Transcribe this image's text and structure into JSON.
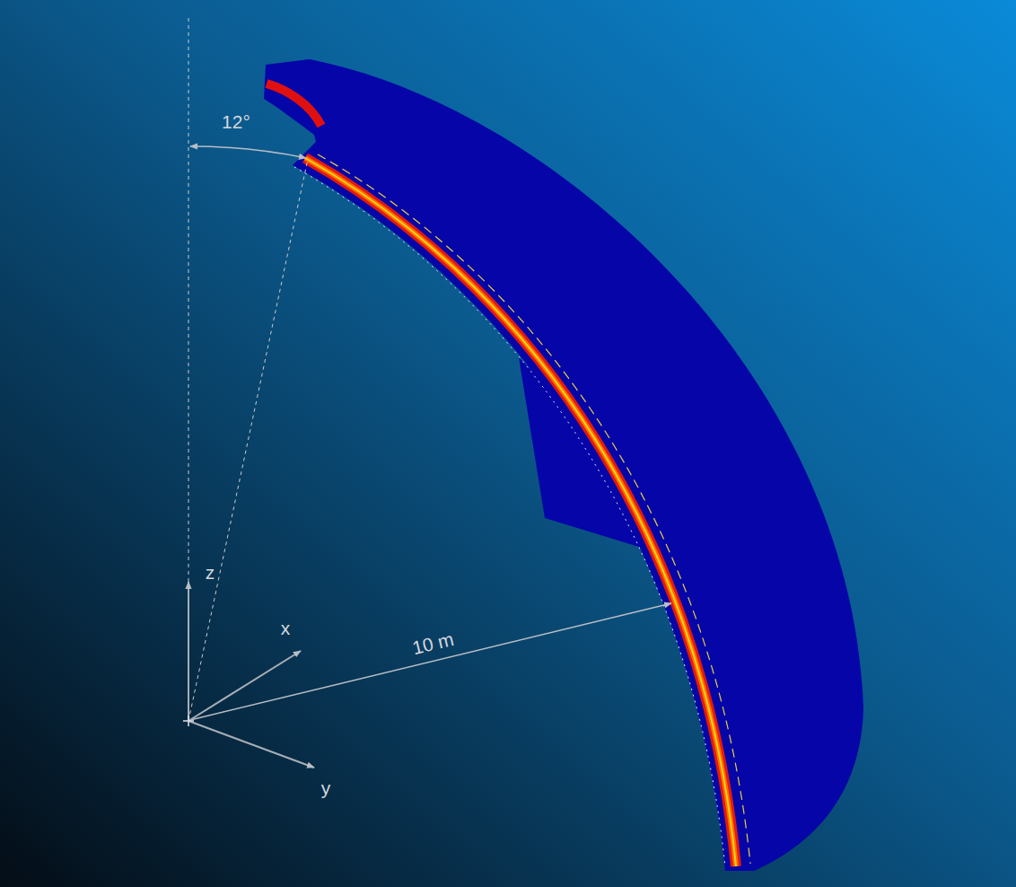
{
  "diagram": {
    "labels": [
      "12°",
      "z",
      "x",
      "10 m",
      "y"
    ]
  }
}
